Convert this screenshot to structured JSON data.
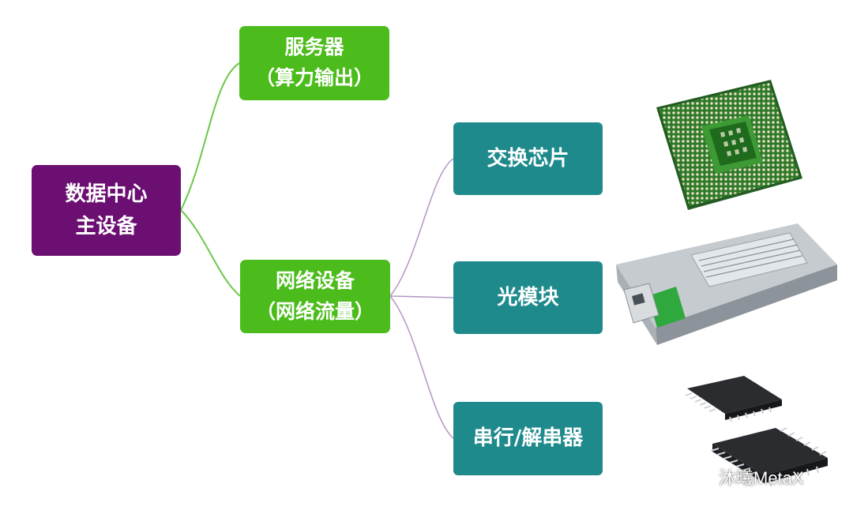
{
  "root": {
    "line1": "数据中心",
    "line2": "主设备"
  },
  "server": {
    "line1": "服务器",
    "line2": "（算力输出）"
  },
  "network": {
    "line1": "网络设备",
    "line2": "（网络流量）"
  },
  "children": {
    "switch_chip": "交换芯片",
    "optical_module": "光模块",
    "serdes": "串行/解串器"
  },
  "watermark": {
    "text": "沐曦MetaX",
    "icon": "wechat-icon"
  },
  "colors": {
    "root": "#6b0f72",
    "level1": "#4cbc1c",
    "level2": "#1f8a8c",
    "link_green": "#6cc84a",
    "link_purple": "#b89ac8"
  },
  "images": {
    "cpu": "cpu-chip-image",
    "sfp": "optical-transceiver-image",
    "ic": "qfp-chip-image"
  }
}
